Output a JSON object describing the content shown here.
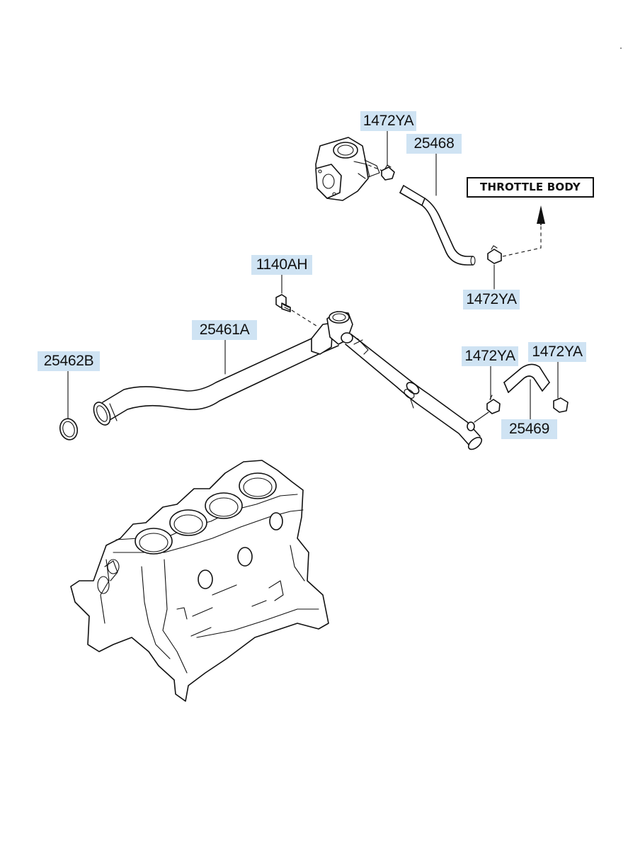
{
  "diagram": {
    "callouts": {
      "clamp_top": "1472YA",
      "hose_top": "25468",
      "throttle_body": "THROTTLE  BODY",
      "clamp_mid": "1472YA",
      "bolt": "1140AH",
      "pipe": "25461A",
      "oring": "25462B",
      "clamp_right_a": "1472YA",
      "clamp_right_b": "1472YA",
      "hose_right": "25469"
    }
  }
}
